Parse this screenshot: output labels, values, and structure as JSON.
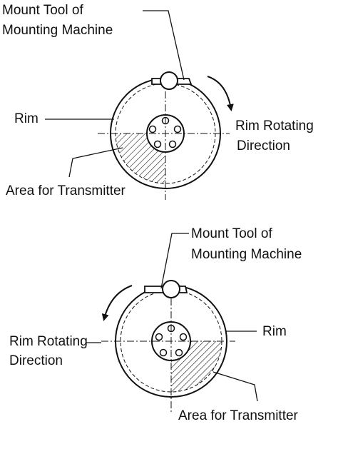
{
  "diagrams": [
    {
      "mount_tool_label_line1": "Mount Tool of",
      "mount_tool_label_line2": "Mounting Machine",
      "rim_label": "Rim",
      "rotation_label_line1": "Rim Rotating",
      "rotation_label_line2": "Direction",
      "transmitter_area_label": "Area for Transmitter",
      "rotation_direction": "clockwise",
      "transmitter_area_quadrant": "bottom-left"
    },
    {
      "mount_tool_label_line1": "Mount Tool of",
      "mount_tool_label_line2": "Mounting Machine",
      "rim_label": "Rim",
      "rotation_label_line1": "Rim Rotating",
      "rotation_label_line2": "Direction",
      "transmitter_area_label": "Area for Transmitter",
      "rotation_direction": "counterclockwise",
      "transmitter_area_quadrant": "bottom-right"
    }
  ],
  "colors": {
    "line": "#111111",
    "background": "#ffffff"
  }
}
